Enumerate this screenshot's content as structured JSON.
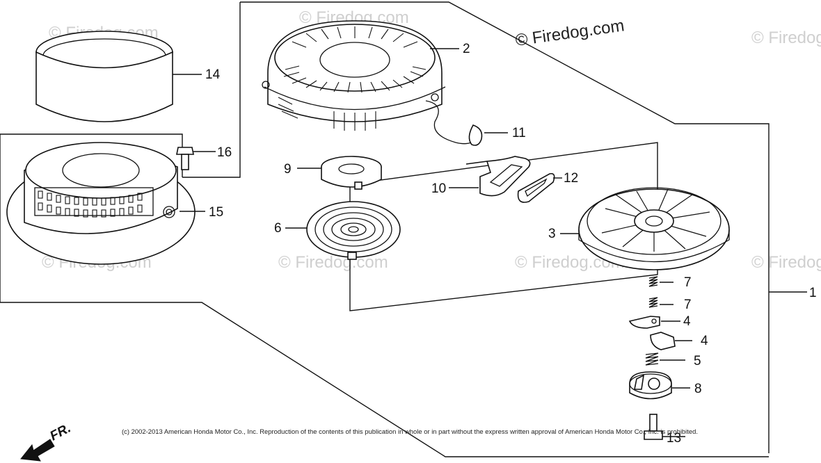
{
  "brand": "© Firedog.com",
  "watermark": "© Firedog.com",
  "copyright": "(c) 2002-2013 American Honda Motor Co., Inc. Reproduction of the contents of this publication in whole or in part without the express written approval of American Honda Motor Co., Inc. is prohibited.",
  "front_label": "FR.",
  "callouts": {
    "c1": "1",
    "c2": "2",
    "c3": "3",
    "c4a": "4",
    "c4b": "4",
    "c5": "5",
    "c6": "6",
    "c7a": "7",
    "c7b": "7",
    "c8": "8",
    "c9": "9",
    "c10": "10",
    "c11": "11",
    "c12": "12",
    "c13": "13",
    "c14": "14",
    "c15": "15",
    "c16": "16"
  }
}
